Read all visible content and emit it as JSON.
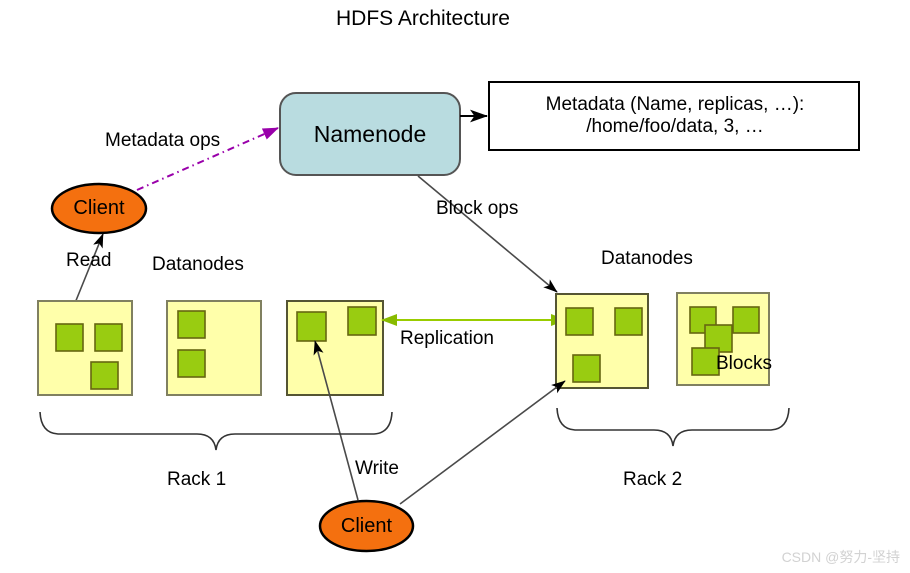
{
  "diagram": {
    "title": "HDFS Architecture",
    "type": "architecture-diagram"
  },
  "nodes": {
    "namenode": {
      "label": "Namenode",
      "fill": "#b9dce0",
      "stroke": "#000000"
    },
    "metadata_box": {
      "line1": "Metadata (Name, replicas, …):",
      "line2": "/home/foo/data, 3, …",
      "fill": "#ffffff",
      "stroke": "#000000"
    },
    "client_read": {
      "label": "Client",
      "fill": "#f4700f",
      "stroke": "#000000"
    },
    "client_write": {
      "label": "Client",
      "fill": "#f4700f",
      "stroke": "#000000"
    }
  },
  "edges": {
    "metadata_ops": {
      "label": "Metadata ops",
      "color": "#9900aa",
      "style": "dash-dot"
    },
    "read": {
      "label": "Read",
      "color": "#000000",
      "style": "solid"
    },
    "block_ops": {
      "label": "Block ops",
      "color": "#000000",
      "style": "solid"
    },
    "replication": {
      "label": "Replication",
      "color": "#99cc00",
      "style": "solid-bidirectional"
    },
    "write": {
      "label": "Write",
      "color": "#000000",
      "style": "solid"
    }
  },
  "groups": {
    "datanodes_left_label": "Datanodes",
    "datanodes_right_label": "Datanodes",
    "rack1_label": "Rack 1",
    "rack2_label": "Rack 2",
    "blocks_label": "Blocks"
  },
  "colors": {
    "datanode_fill": "#ffffaa",
    "datanode_stroke": "#808060",
    "block_fill": "#99cc11",
    "block_stroke": "#666611",
    "namenode_fill": "#b9dce0",
    "client_fill": "#f4700f",
    "replication_arrow": "#99cc00",
    "metadata_ops_arrow": "#9900aa",
    "background": "#ffffff"
  },
  "datanodes": [
    {
      "id": "dn1",
      "rack": "Rack 1",
      "blocks": 3
    },
    {
      "id": "dn2",
      "rack": "Rack 1",
      "blocks": 2
    },
    {
      "id": "dn3",
      "rack": "Rack 1",
      "blocks": 2
    },
    {
      "id": "dn4",
      "rack": "Rack 2",
      "blocks": 3
    },
    {
      "id": "dn5",
      "rack": "Rack 2",
      "blocks": 4
    }
  ],
  "watermark": {
    "text": "CSDN @努力-坚持"
  }
}
